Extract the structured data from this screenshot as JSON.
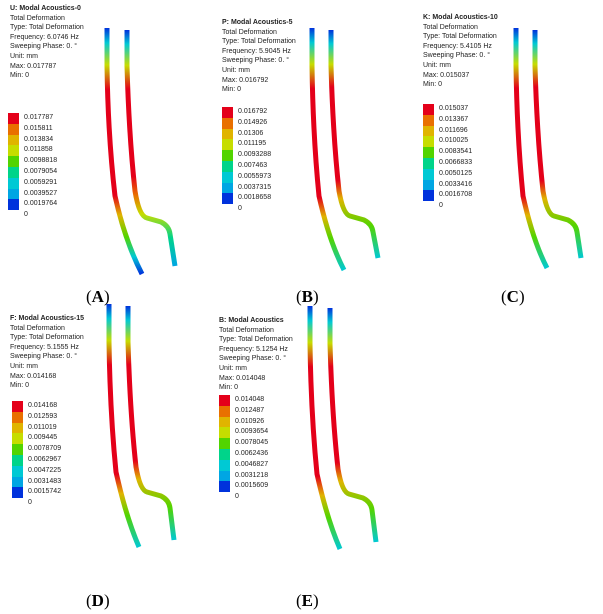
{
  "panels": [
    {
      "caption": "A",
      "title": "U: Modal Acoustics-0",
      "lines": [
        "Total Deformation",
        "Type: Total Deformation",
        "Frequency: 6.0746 Hz",
        "Sweeping Phase: 0. °",
        "Unit: mm",
        "Max: 0.017787",
        "Min: 0"
      ],
      "legend": [
        "0.017787",
        "0.015811",
        "0.013834",
        "0.011858",
        "0.0098818",
        "0.0079054",
        "0.0059291",
        "0.0039527",
        "0.0019764"
      ],
      "min_label": "0"
    },
    {
      "caption": "B",
      "title": "P: Modal Acoustics-5",
      "lines": [
        "Total Deformation",
        "Type: Total Deformation",
        "Frequency: 5.9045 Hz",
        "Sweeping Phase: 0. °",
        "Unit: mm",
        "Max: 0.016792",
        "Min: 0"
      ],
      "legend": [
        "0.016792",
        "0.014926",
        "0.01306",
        "0.011195",
        "0.0093288",
        "0.007463",
        "0.0055973",
        "0.0037315",
        "0.0018658"
      ],
      "min_label": "0"
    },
    {
      "caption": "C",
      "title": "K: Modal Acoustics-10",
      "lines": [
        "Total Deformation",
        "Type: Total Deformation",
        "Frequency: 5.4105 Hz",
        "Sweeping Phase: 0. °",
        "Unit: mm",
        "Max: 0.015037",
        "Min: 0"
      ],
      "legend": [
        "0.015037",
        "0.013367",
        "0.011696",
        "0.010025",
        "0.0083541",
        "0.0066833",
        "0.0050125",
        "0.0033416",
        "0.0016708"
      ],
      "min_label": "0"
    },
    {
      "caption": "D",
      "title": "F: Modal Acoustics-15",
      "lines": [
        "Total Deformation",
        "Type: Total Deformation",
        "Frequency: 5.1555 Hz",
        "Sweeping Phase: 0. °",
        "Unit: mm",
        "Max: 0.014168",
        "Min: 0"
      ],
      "legend": [
        "0.014168",
        "0.012593",
        "0.011019",
        "0.009445",
        "0.0078709",
        "0.0062967",
        "0.0047225",
        "0.0031483",
        "0.0015742"
      ],
      "min_label": "0"
    },
    {
      "caption": "E",
      "title": "B: Modal Acoustics",
      "lines": [
        "Total Deformation",
        "Type: Total Deformation",
        "Frequency: 5.1254 Hz",
        "Sweeping Phase: 0. °",
        "Unit: mm",
        "Max: 0.014048",
        "Min: 0"
      ],
      "legend": [
        "0.014048",
        "0.012487",
        "0.010926",
        "0.0093654",
        "0.0078045",
        "0.0062436",
        "0.0046827",
        "0.0031218",
        "0.0015609"
      ],
      "min_label": "0"
    }
  ],
  "colors": {
    "legend_scale": [
      "#e4001a",
      "#e97000",
      "#e0b400",
      "#c6dd00",
      "#52d400",
      "#00d48a",
      "#00c9d4",
      "#00a6e3",
      "#0032dc"
    ]
  }
}
